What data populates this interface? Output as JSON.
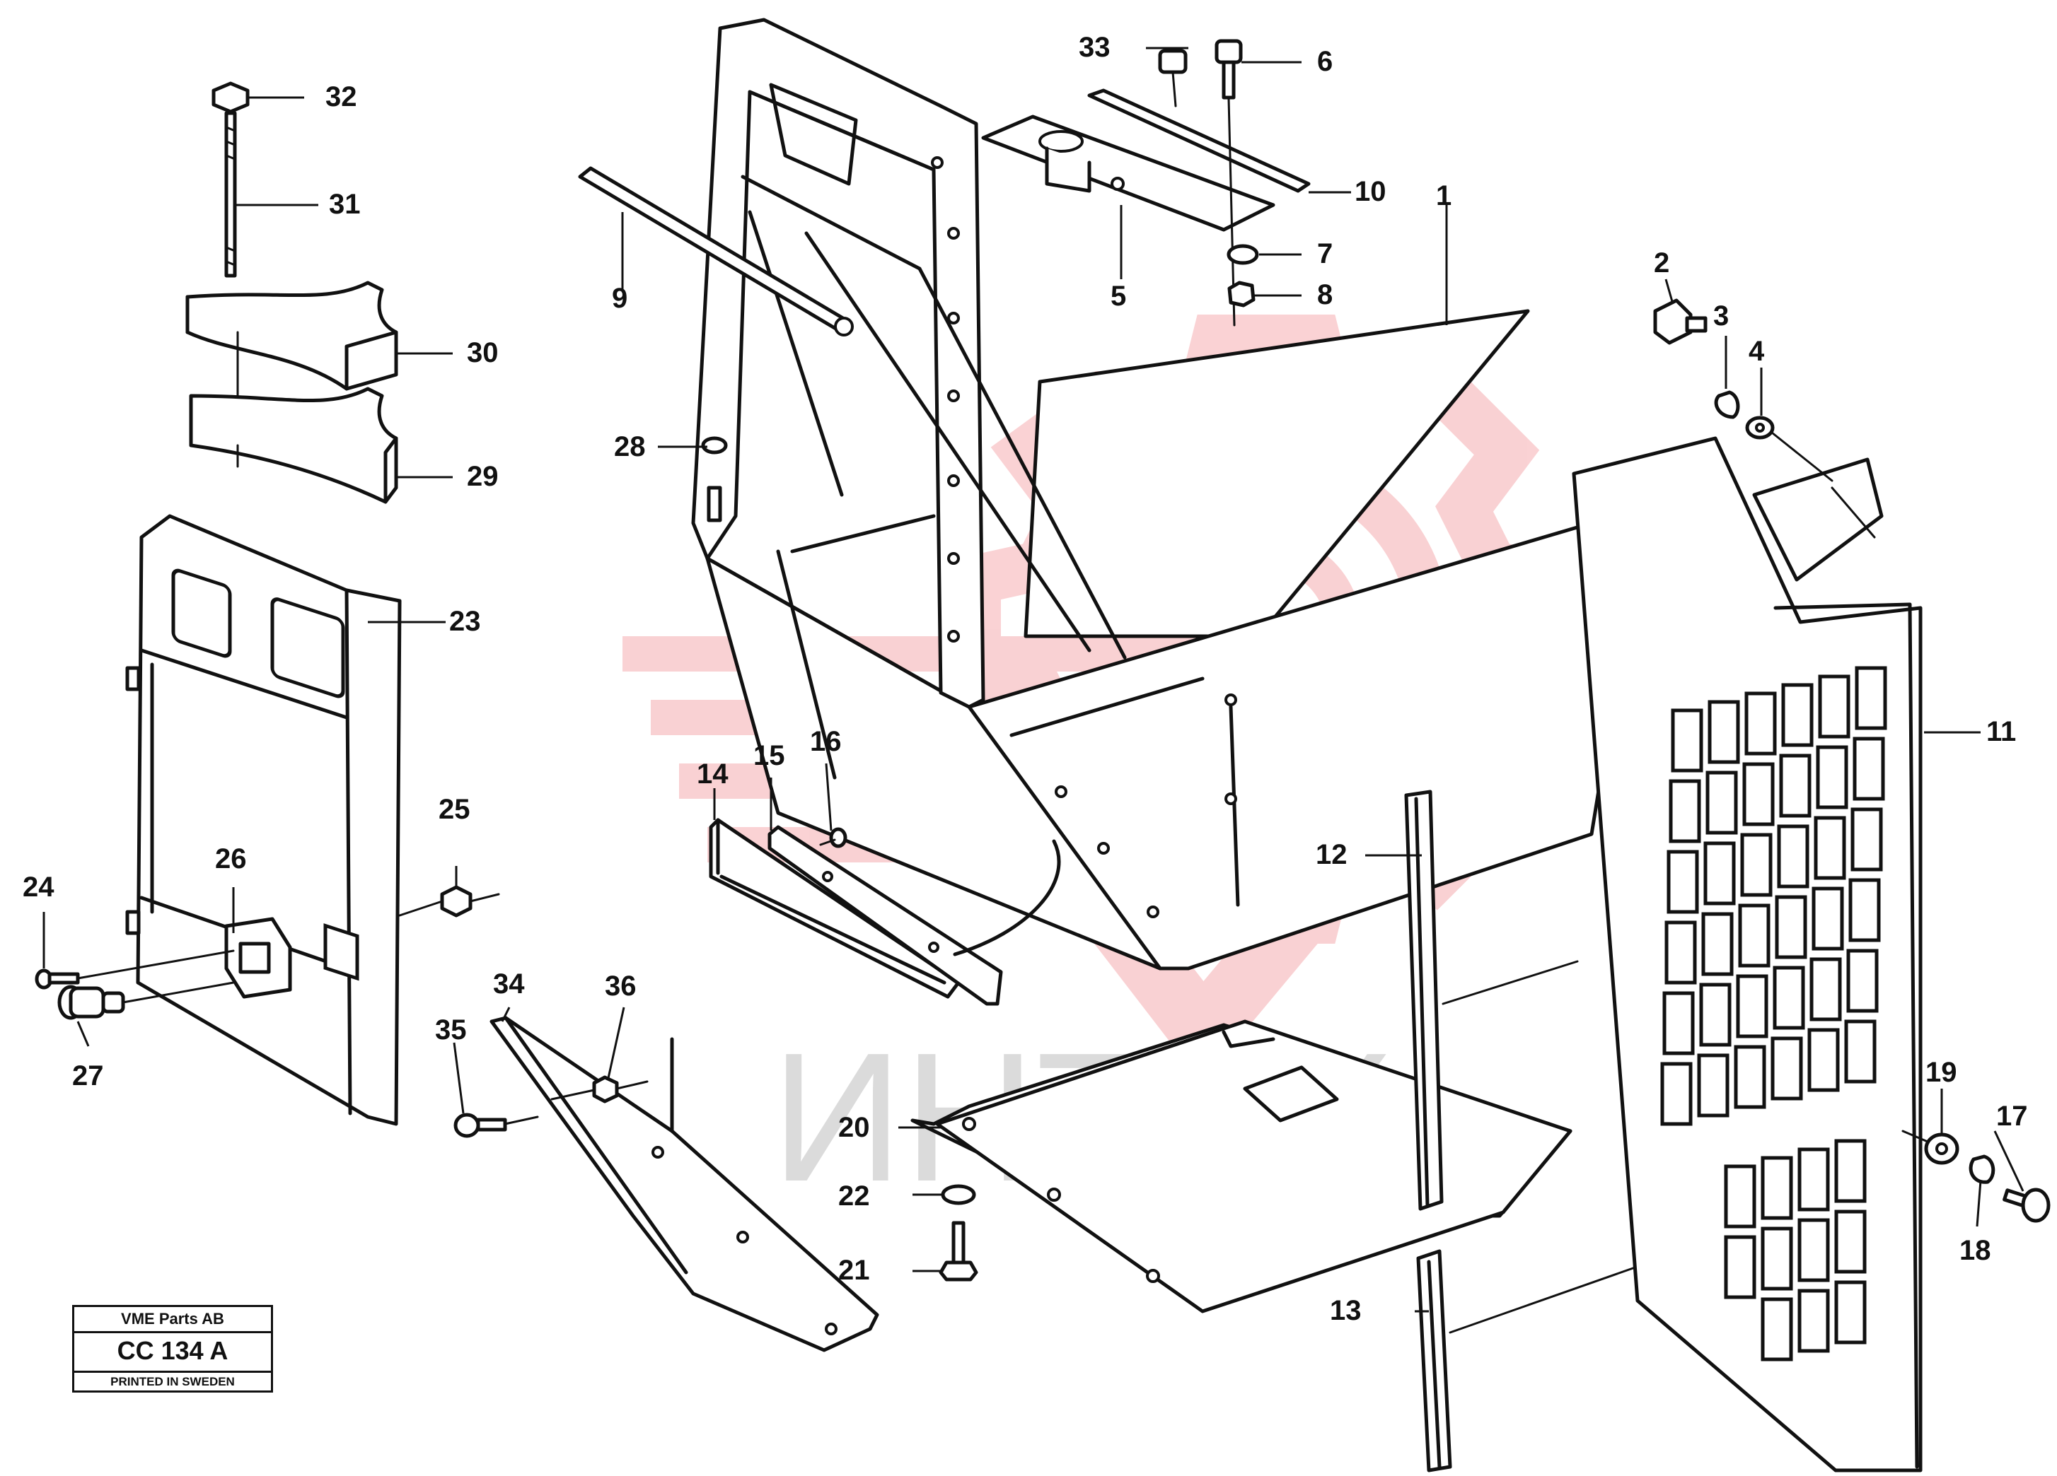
{
  "watermark": {
    "text": "ИНТЕХ",
    "gear_color": "#e8343a"
  },
  "stamp": {
    "company": "VME Parts AB",
    "code": "CC 134 A",
    "printed": "PRINTED IN SWEDEN"
  },
  "callouts": [
    {
      "id": "1",
      "label": "1"
    },
    {
      "id": "2",
      "label": "2"
    },
    {
      "id": "3",
      "label": "3"
    },
    {
      "id": "4",
      "label": "4"
    },
    {
      "id": "5",
      "label": "5"
    },
    {
      "id": "6",
      "label": "6"
    },
    {
      "id": "7",
      "label": "7"
    },
    {
      "id": "8",
      "label": "8"
    },
    {
      "id": "9",
      "label": "9"
    },
    {
      "id": "10",
      "label": "10"
    },
    {
      "id": "11",
      "label": "11"
    },
    {
      "id": "12",
      "label": "12"
    },
    {
      "id": "13",
      "label": "13"
    },
    {
      "id": "14",
      "label": "14"
    },
    {
      "id": "15",
      "label": "15"
    },
    {
      "id": "16",
      "label": "16"
    },
    {
      "id": "17",
      "label": "17"
    },
    {
      "id": "18",
      "label": "18"
    },
    {
      "id": "19",
      "label": "19"
    },
    {
      "id": "20",
      "label": "20"
    },
    {
      "id": "21",
      "label": "21"
    },
    {
      "id": "22",
      "label": "22"
    },
    {
      "id": "23",
      "label": "23"
    },
    {
      "id": "24",
      "label": "24"
    },
    {
      "id": "25",
      "label": "25"
    },
    {
      "id": "26",
      "label": "26"
    },
    {
      "id": "27",
      "label": "27"
    },
    {
      "id": "28",
      "label": "28"
    },
    {
      "id": "29",
      "label": "29"
    },
    {
      "id": "30",
      "label": "30"
    },
    {
      "id": "31",
      "label": "31"
    },
    {
      "id": "32",
      "label": "32"
    },
    {
      "id": "33",
      "label": "33"
    },
    {
      "id": "34",
      "label": "34"
    },
    {
      "id": "35",
      "label": "35"
    },
    {
      "id": "36",
      "label": "36"
    }
  ]
}
